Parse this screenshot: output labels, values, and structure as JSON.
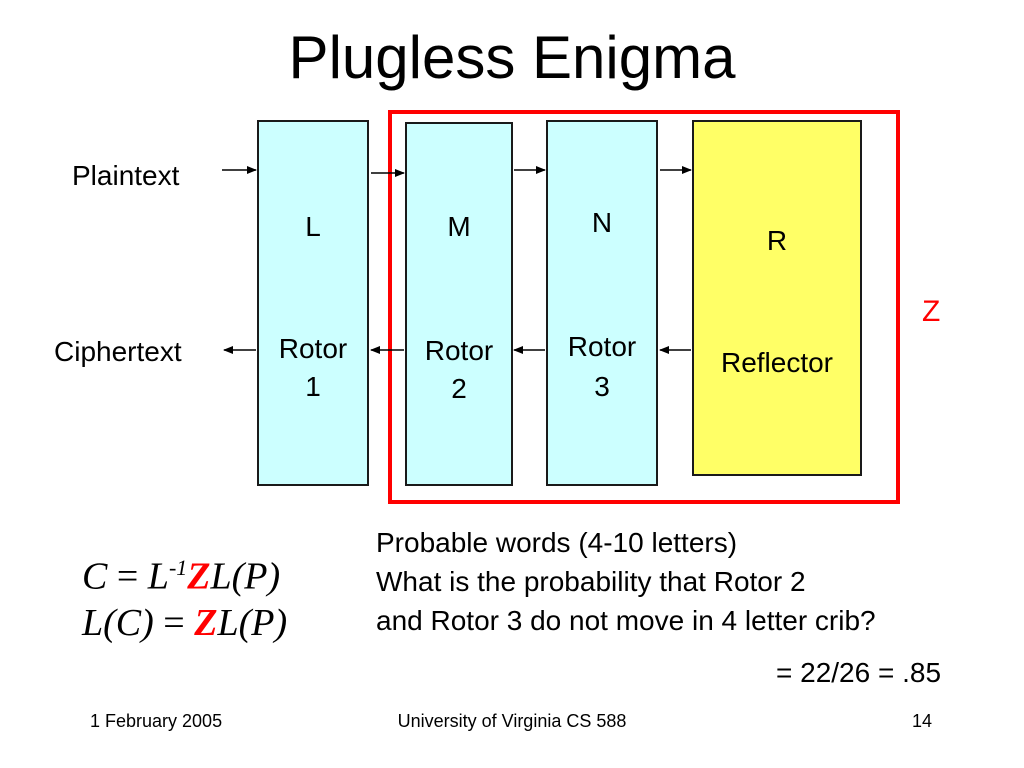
{
  "title": "Plugless Enigma",
  "labels": {
    "plaintext": "Plaintext",
    "ciphertext": "Ciphertext",
    "z": "Z"
  },
  "rotors": [
    {
      "letter": "L",
      "name": "Rotor",
      "number": "1"
    },
    {
      "letter": "M",
      "name": "Rotor",
      "number": "2"
    },
    {
      "letter": "N",
      "name": "Rotor",
      "number": "3"
    }
  ],
  "reflector": {
    "letter": "R",
    "name": "Reflector"
  },
  "equations": {
    "eq1": {
      "c": "C",
      "eq": " = ",
      "l": "L",
      "inv": "-1",
      "z": "Z",
      "lp": "L",
      "paren": "(P)"
    },
    "eq2": {
      "lc": "L(C)",
      "eq": " = ",
      "z": "Z",
      "lp": "L",
      "paren": "(P)"
    }
  },
  "notes": [
    "Probable words (4-10 letters)",
    "What is the probability that Rotor 2",
    "and Rotor 3 do not move in 4 letter crib?"
  ],
  "answer": "= 22/26 = .85",
  "footer": {
    "date": "1 February 2005",
    "course": "University of Virginia CS 588",
    "page": "14"
  },
  "colors": {
    "rotor_fill": "#ccffff",
    "reflector_fill": "#ffff66",
    "z_box": "#ff0000"
  }
}
